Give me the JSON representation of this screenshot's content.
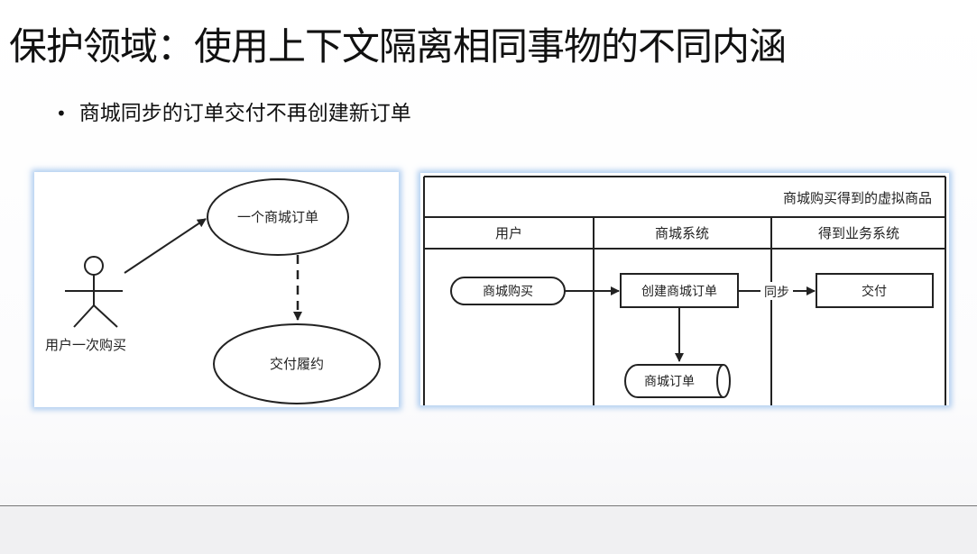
{
  "slide": {
    "title": "保护领域：使用上下文隔离相同事物的不同内涵",
    "bullet": "商城同步的订单交付不再创建新订单"
  },
  "use_case_diagram": {
    "actor_label": "用户一次购买",
    "use_case_top": "一个商城订单",
    "use_case_bottom": "交付履约"
  },
  "swimlane_diagram": {
    "header_title": "商城购买得到的虚拟商品",
    "lanes": [
      "用户",
      "商城系统",
      "得到业务系统"
    ],
    "start_node": "商城购买",
    "create_order_node": "创建商城订单",
    "sync_label": "同步",
    "deliver_node": "交付",
    "order_store": "商城订单"
  },
  "colors": {
    "panel_glow": "#96beeb",
    "stroke": "#222222"
  }
}
